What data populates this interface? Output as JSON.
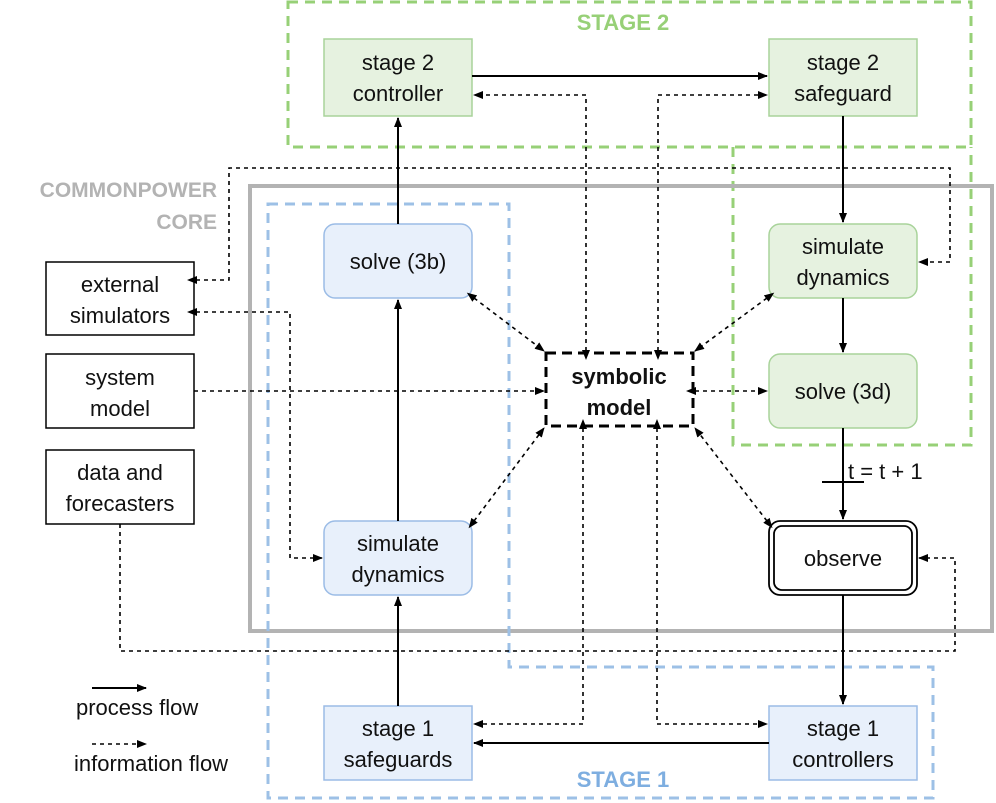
{
  "colors": {
    "stage2_accent": "#97d077",
    "stage1_accent": "#9dc0e6",
    "core_border": "#b3b3b3",
    "green_fill": "#e6f2e0",
    "green_stroke": "#a8d39a",
    "blue_fill": "#e8f0fb",
    "blue_stroke": "#9bbce6"
  },
  "regions": {
    "stage2": "STAGE 2",
    "stage1": "STAGE 1",
    "core_line1": "COMMONPOWER",
    "core_line2": "CORE"
  },
  "nodes": {
    "stage2_controller": [
      "stage 2",
      "controller"
    ],
    "stage2_safeguard": [
      "stage 2",
      "safeguard"
    ],
    "solve_3b": [
      "solve (3b)"
    ],
    "simulate_dynamics_green": [
      "simulate",
      "dynamics"
    ],
    "solve_3d": [
      "solve (3d)"
    ],
    "symbolic_model": [
      "symbolic",
      "model"
    ],
    "external_simulators": [
      "external",
      "simulators"
    ],
    "system_model": [
      "system",
      "model"
    ],
    "data_forecasters": [
      "data and",
      "forecasters"
    ],
    "simulate_dynamics_blue": [
      "simulate",
      "dynamics"
    ],
    "observe": [
      "observe"
    ],
    "stage1_safeguards": [
      "stage 1",
      "safeguards"
    ],
    "stage1_controllers": [
      "stage 1",
      "controllers"
    ]
  },
  "annotations": {
    "time_step": "t = t + 1"
  },
  "legend": {
    "process_flow": "process flow",
    "information_flow": "information flow"
  }
}
